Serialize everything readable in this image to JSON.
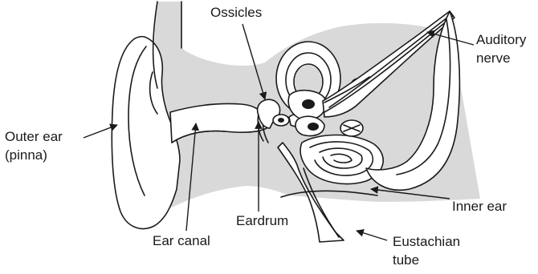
{
  "labels": {
    "ossicles": "Ossicles",
    "auditory_nerve_1": "Auditory",
    "auditory_nerve_2": "nerve",
    "outer_ear_1": "Outer ear",
    "outer_ear_2": "(pinna)",
    "eardrum": "Eardrum",
    "inner_ear": "Inner ear",
    "ear_canal": "Ear canal",
    "eustachian_1": "Eustachian",
    "eustachian_2": "tube"
  },
  "colors": {
    "ink": "#1a1a1a",
    "tissue_gray": "#d9d9d9",
    "background": "#ffffff"
  }
}
